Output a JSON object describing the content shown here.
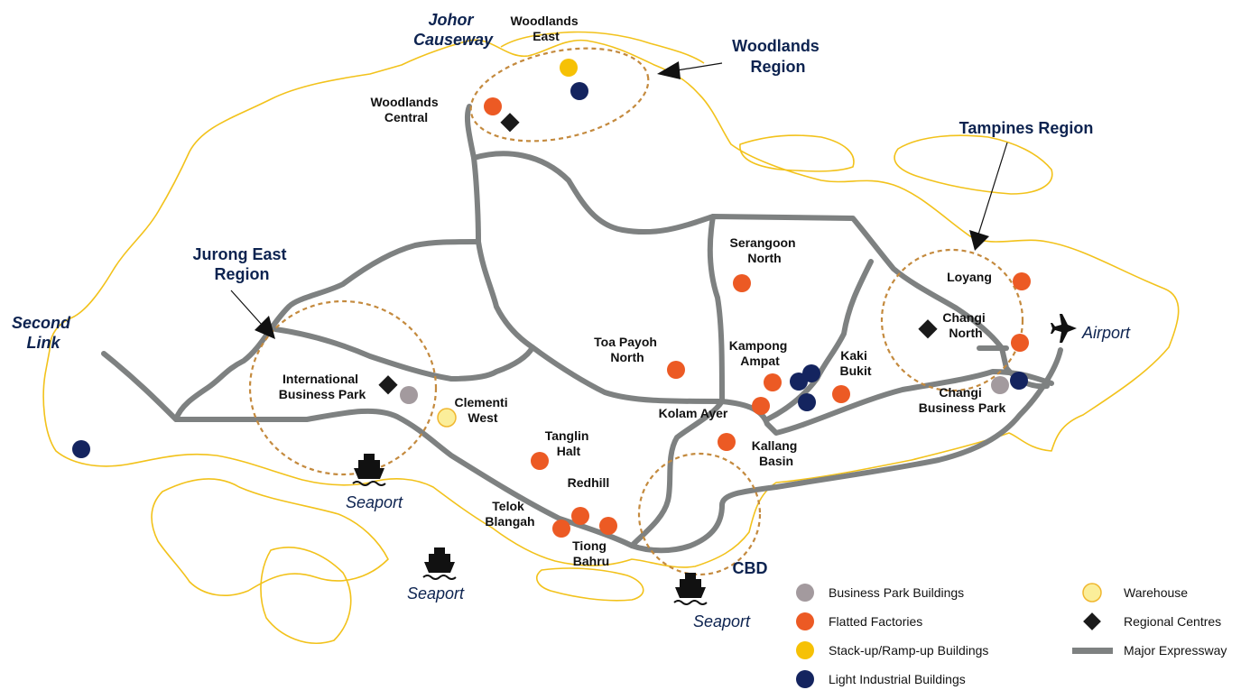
{
  "colors": {
    "business_park": "#a39a9e",
    "flatted_factories": "#ec5a24",
    "stack_up": "#f6c105",
    "light_industrial": "#14245f",
    "warehouse_fill": "#fbee9a",
    "warehouse_stroke": "#f0b72f",
    "regional_centre": "#1a1a1a",
    "expressway": "#7e8181",
    "coastline": "#f2c21b",
    "region_ring": "#c48a3e",
    "region_text": "#0d2350"
  },
  "regions": {
    "woodlands": [
      "Woodlands",
      "Region"
    ],
    "tampines": [
      "Tampines Region"
    ],
    "jurong": [
      "Jurong East",
      "Region"
    ],
    "cbd": [
      "CBD"
    ]
  },
  "places": {
    "johor": [
      "Johor",
      "Causeway"
    ],
    "second_link": [
      "Second",
      "Link"
    ],
    "airport": "Airport",
    "seaport": "Seaport"
  },
  "labels": {
    "woodlands_east": [
      "Woodlands",
      "East"
    ],
    "woodlands_central": [
      "Woodlands",
      "Central"
    ],
    "serangoon_north": [
      "Serangoon",
      "North"
    ],
    "loyang": [
      "Loyang"
    ],
    "changi_north": [
      "Changi",
      "North"
    ],
    "toa_payoh_north": [
      "Toa Payoh",
      "North"
    ],
    "kampong_ampat": [
      "Kampong",
      "Ampat"
    ],
    "kaki_bukit": [
      "Kaki",
      "Bukit"
    ],
    "international_business_park": [
      "International",
      "Business Park"
    ],
    "clementi_west": [
      "Clementi",
      "West"
    ],
    "kolam_ayer": [
      "Kolam Ayer"
    ],
    "changi_business_park": [
      "Changi",
      "Business Park"
    ],
    "tanglin_halt": [
      "Tanglin",
      "Halt"
    ],
    "kallang_basin": [
      "Kallang",
      "Basin"
    ],
    "redhill": [
      "Redhill"
    ],
    "telok_blangah": [
      "Telok",
      "Blangah"
    ],
    "tiong_bahru": [
      "Tiong",
      "Bahru"
    ]
  },
  "legend": {
    "business_park": "Business Park Buildings",
    "flatted_factories": "Flatted Factories",
    "stack_up": "Stack-up/Ramp-up Buildings",
    "light_industrial": "Light Industrial Buildings",
    "warehouse": "Warehouse",
    "regional_centres": "Regional Centres",
    "expressway": "Major Expressway"
  }
}
